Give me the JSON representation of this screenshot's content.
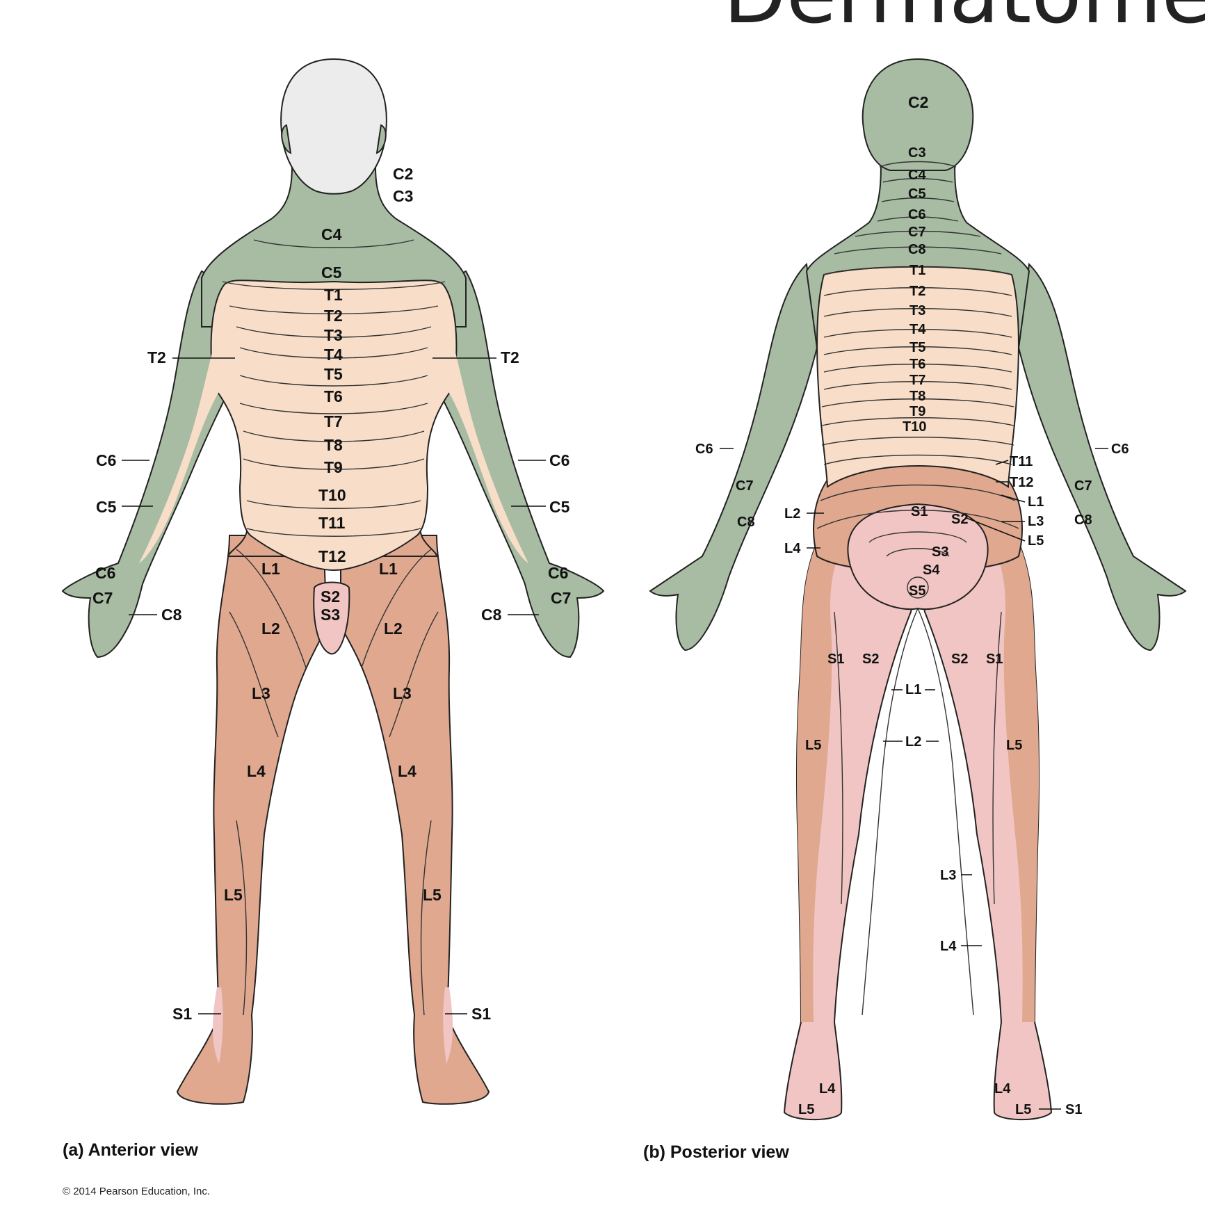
{
  "title": "Dermatomes",
  "colors": {
    "cervical": "#a7bca3",
    "thoracic": "#f8dec8",
    "lumbar": "#dfa88f",
    "sacral": "#f0c5c3",
    "face": "#ececec",
    "outline": "#222222"
  },
  "anterior": {
    "caption": "(a) Anterior view",
    "labels": {
      "c2": "C2",
      "c3": "C3",
      "c4": "C4",
      "c5": "C5",
      "t1": "T1",
      "t2": "T2",
      "t3": "T3",
      "t4": "T4",
      "t5": "T5",
      "t6": "T6",
      "t7": "T7",
      "t8": "T8",
      "t9": "T9",
      "t10": "T10",
      "t11": "T11",
      "t12": "T12",
      "t2_left": "T2",
      "t2_right": "T2",
      "c6_left": "C6",
      "c6_right": "C6",
      "c5_left": "C5",
      "c5_right": "C5",
      "c6_hand_left": "C6",
      "c6_hand_right": "C6",
      "c7_hand_left": "C7",
      "c7_hand_right": "C7",
      "c8_left": "C8",
      "c8_right": "C8",
      "l1_left": "L1",
      "l1_right": "L1",
      "l2_left": "L2",
      "l2_right": "L2",
      "l3_left": "L3",
      "l3_right": "L3",
      "l4_left": "L4",
      "l4_right": "L4",
      "l5_left": "L5",
      "l5_right": "L5",
      "s2": "S2",
      "s3": "S3",
      "s1_left": "S1",
      "s1_right": "S1"
    }
  },
  "posterior": {
    "caption": "(b) Posterior view",
    "labels": {
      "c2": "C2",
      "c3": "C3",
      "c4": "C4",
      "c5": "C5",
      "c6": "C6",
      "c7": "C7",
      "c8": "C8",
      "t1": "T1",
      "t2": "T2",
      "t3": "T3",
      "t4": "T4",
      "t5": "T5",
      "t6": "T6",
      "t7": "T7",
      "t8": "T8",
      "t9": "T9",
      "t10": "T10",
      "t11": "T11",
      "t12": "T12",
      "l1": "L1",
      "l3": "L3",
      "l5": "L5",
      "l2_side": "L2",
      "l4_side": "L4",
      "c6_left": "C6",
      "c6_right": "C6",
      "c7_left": "C7",
      "c7_right": "C7",
      "c8_left": "C8",
      "c8_right": "C8",
      "s1_top": "S1",
      "s2_top": "S2",
      "s3": "S3",
      "s4": "S4",
      "s5": "S5",
      "s1_thigh_left": "S1",
      "s2_thigh_left": "S2",
      "s2_thigh_right": "S2",
      "s1_thigh_right": "S1",
      "l1_thigh": "L1",
      "l2_thigh": "L2",
      "l5_left": "L5",
      "l5_right": "L5",
      "l3_calf": "L3",
      "l4_calf": "L4",
      "l4_foot_left": "L4",
      "l5_foot_left": "L5",
      "l4_foot_right": "L4",
      "l5_foot_right": "L5",
      "s1_foot": "S1"
    }
  },
  "copyright": "© 2014 Pearson Education, Inc."
}
